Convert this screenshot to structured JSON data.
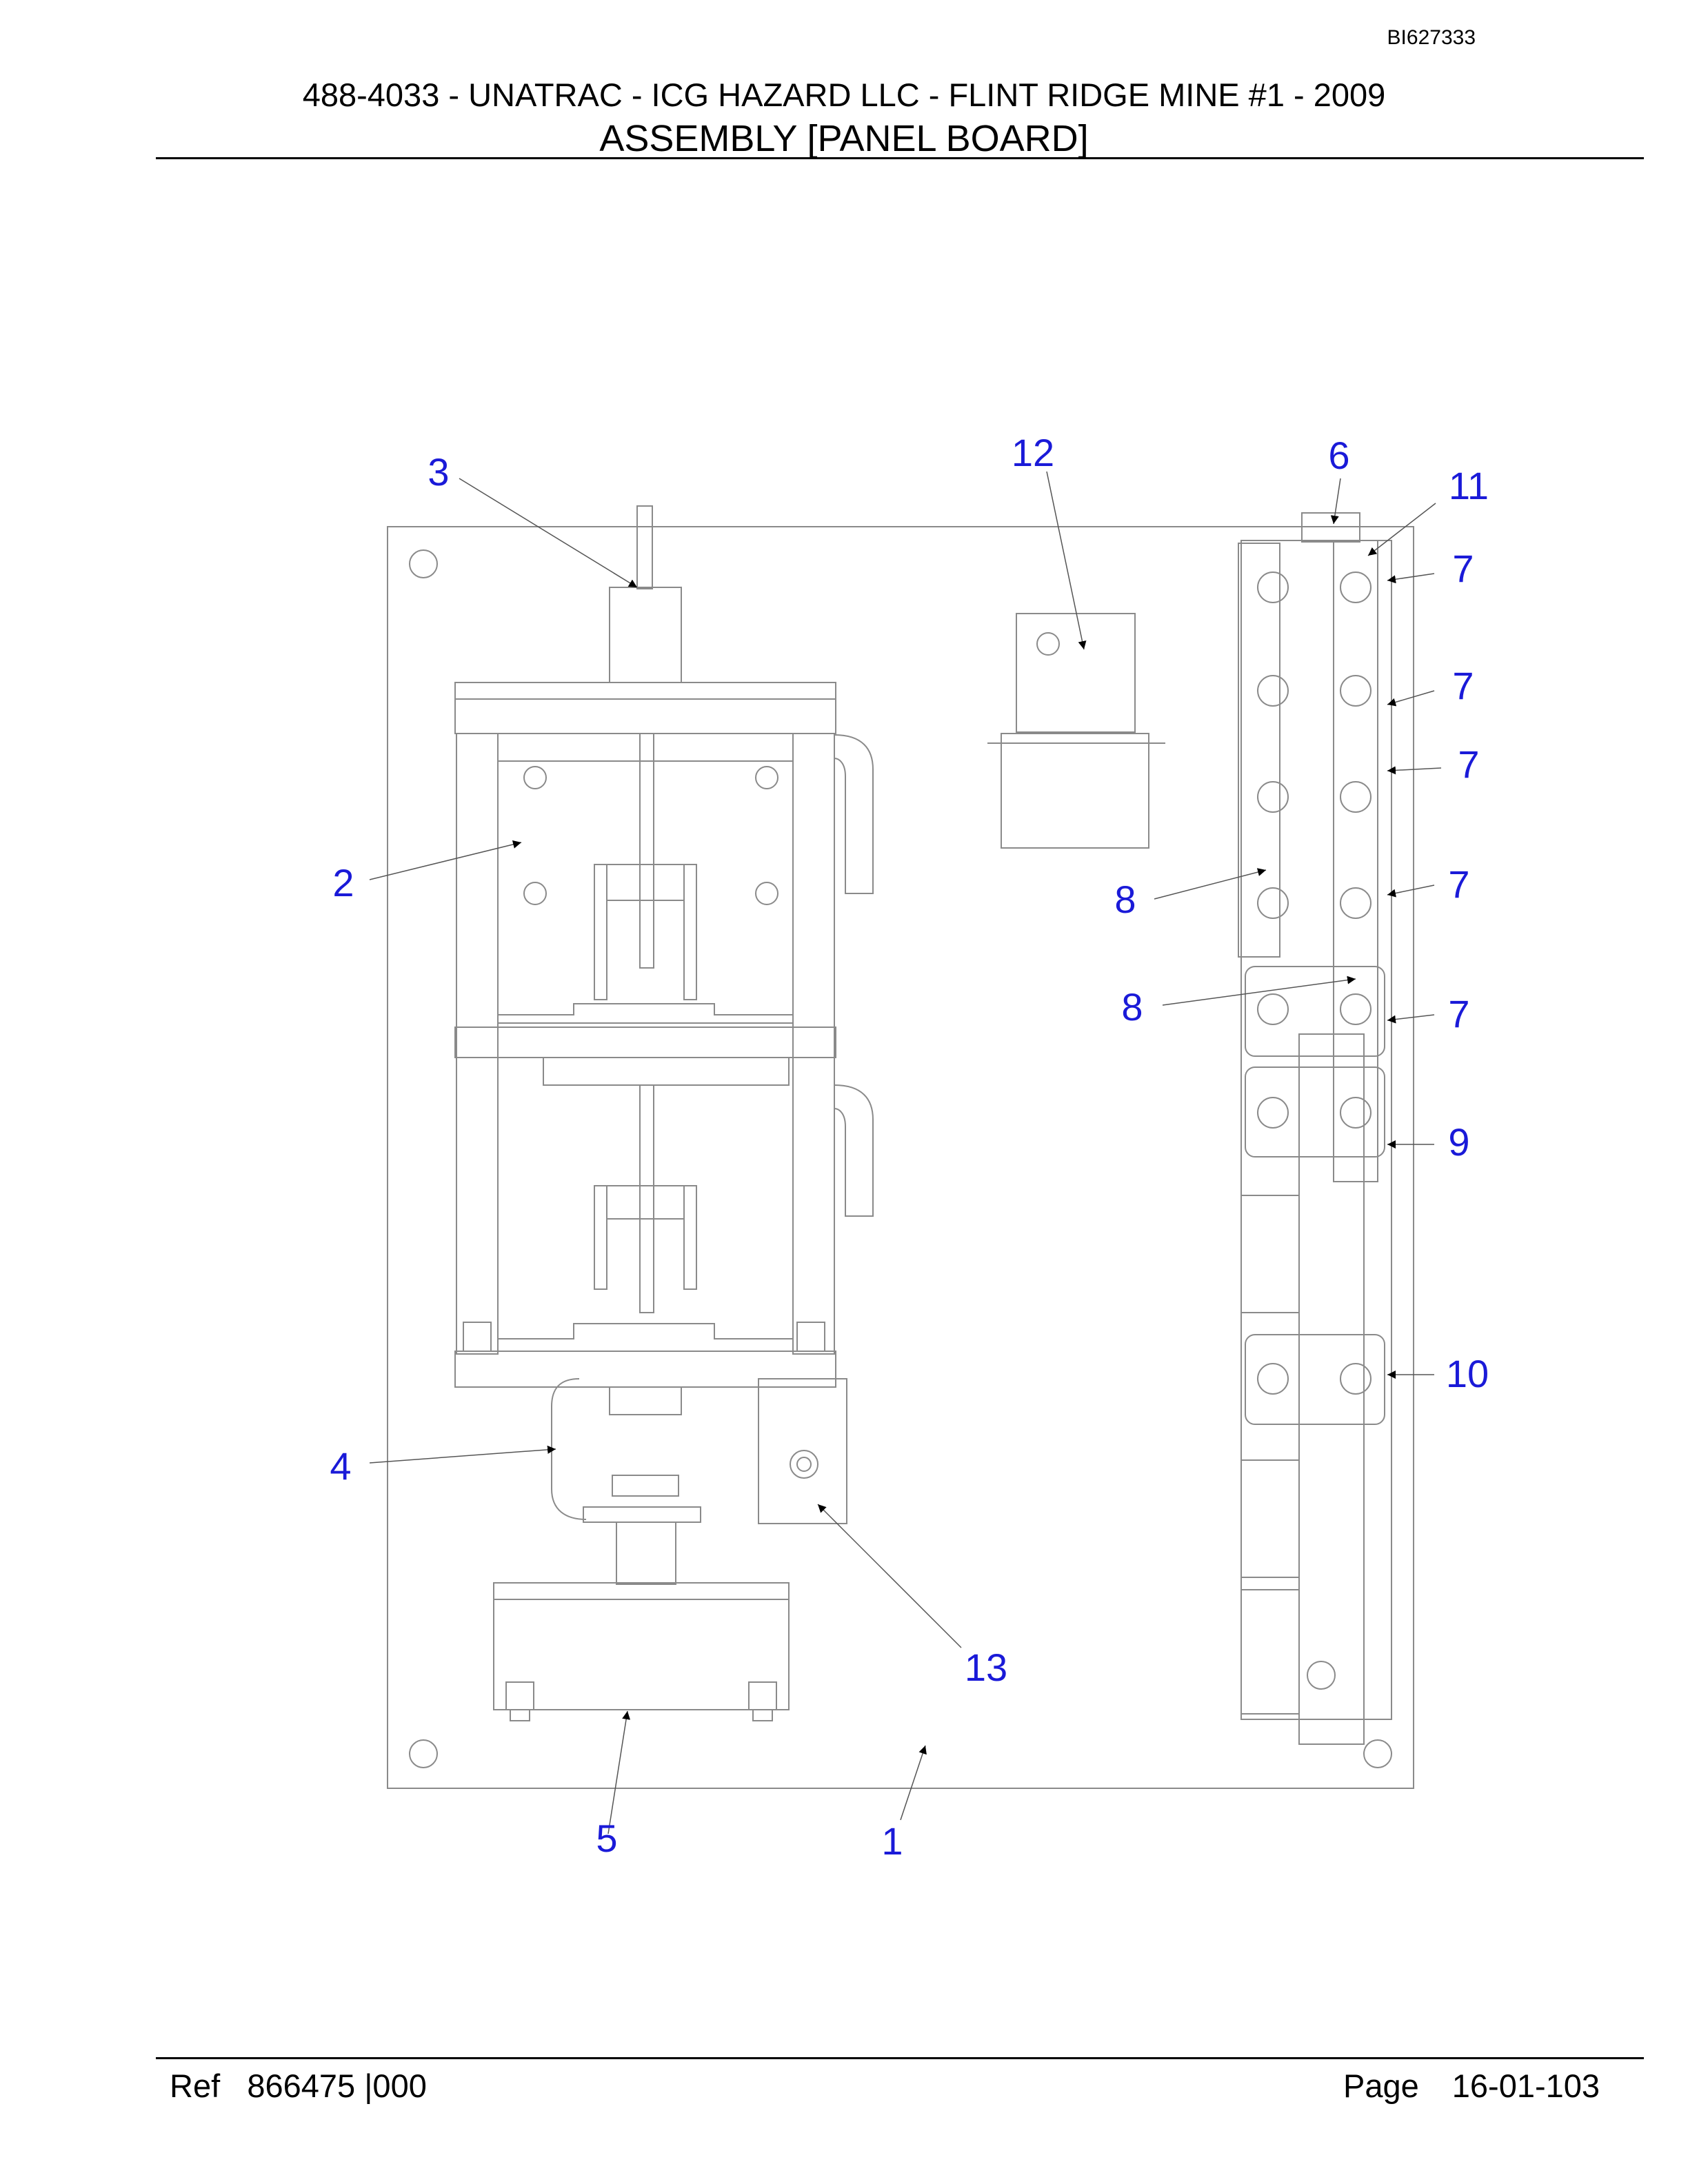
{
  "header": {
    "doc_id": "BI627333",
    "title": "488-4033 - UNATRAC - ICG HAZARD LLC - FLINT RIDGE MINE #1 - 2009",
    "subtitle": "ASSEMBLY [PANEL BOARD]"
  },
  "footer": {
    "ref_label": "Ref",
    "ref_value": "866475 |000",
    "page_label": "Page",
    "page_value": "16-01-103"
  },
  "callouts": [
    "1",
    "2",
    "3",
    "4",
    "5",
    "6",
    "7",
    "7",
    "7",
    "7",
    "7",
    "8",
    "8",
    "9",
    "10",
    "11",
    "12",
    "13"
  ],
  "colors": {
    "callout": "#1a1ad8",
    "line": "#555555"
  }
}
